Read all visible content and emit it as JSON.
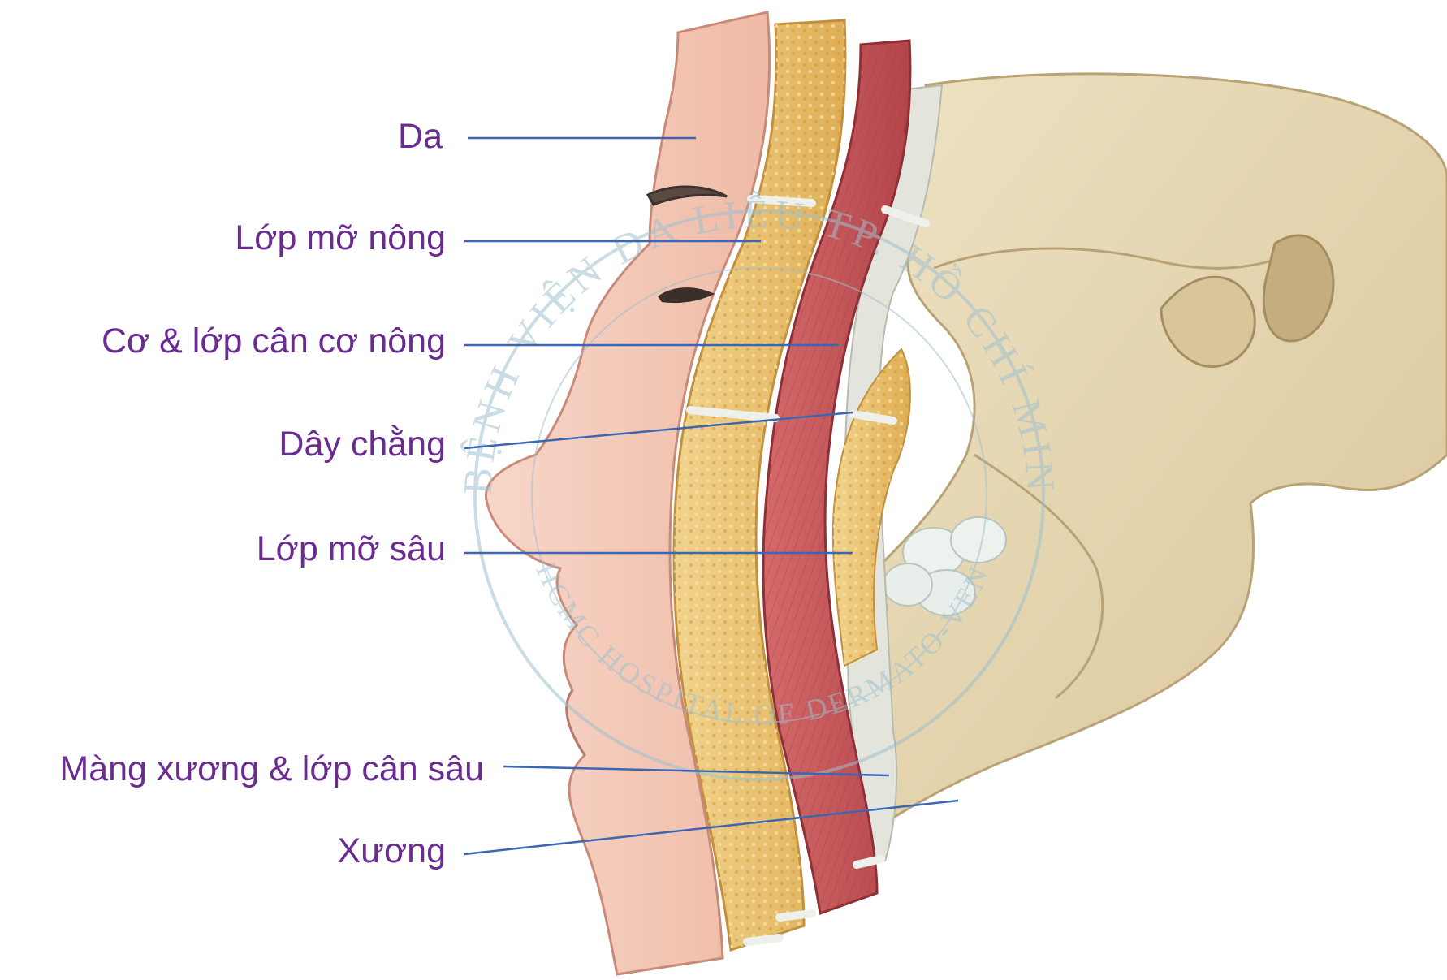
{
  "labels": {
    "skin": "Da",
    "superficial_fat": "Lớp mỡ nông",
    "smas": "Cơ & lớp cân cơ nông",
    "ligament": "Dây chằng",
    "deep_fat": "Lớp mỡ sâu",
    "periosteum": "Màng xương & lớp cân sâu",
    "bone": "Xương"
  },
  "watermark": {
    "arc_top": "BỆNH VIỆN DA LIỄU TP. HỒ CHÍ MINH",
    "arc_bottom": "HCMC HOSPITAL OF DERMATO-VENEREOLOGY"
  },
  "colors": {
    "label_text": "#6a2c91",
    "leader_line": "#3a66b4",
    "skin": "#f4c9b8",
    "superficial_fat": "#e9c070",
    "muscle": "#c9575a",
    "ligament": "#e8ece8",
    "deep_fat": "#e6b04e",
    "fascia": "#dcdcd2",
    "bone": "#e3d3ae",
    "watermark": "#9fc0cf"
  }
}
